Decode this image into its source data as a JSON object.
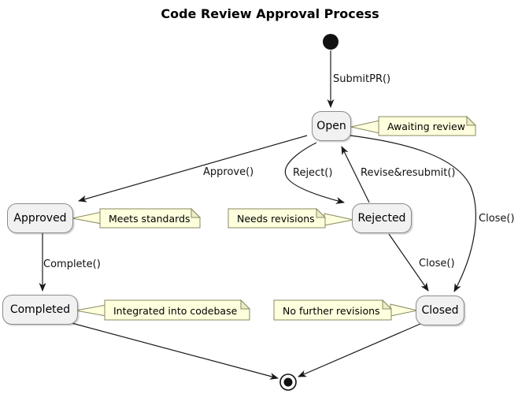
{
  "title": "Code Review Approval Process",
  "nodes": {
    "initial": {
      "name": "initial-state"
    },
    "open": {
      "label": "Open"
    },
    "approved": {
      "label": "Approved"
    },
    "rejected": {
      "label": "Rejected"
    },
    "completed": {
      "label": "Completed"
    },
    "closed": {
      "label": "Closed"
    },
    "final": {
      "name": "final-state"
    }
  },
  "notes": {
    "open": "Awaiting review",
    "approved": "Meets standards",
    "rejected": "Needs revisions",
    "completed": "Integrated into codebase",
    "closed": "No further revisions"
  },
  "transitions": {
    "submit_pr": "SubmitPR()",
    "approve": "Approve()",
    "reject": "Reject()",
    "revise_resubmit": "Revise&resubmit()",
    "close_from_open": "Close()",
    "close_from_rejected": "Close()",
    "complete": "Complete()"
  },
  "colors": {
    "background": "#FFFFFF",
    "state_fill": "#F1F1F1",
    "state_border": "#8C8C8C",
    "note_fill": "#FEFFDD",
    "note_border": "#8A8A62",
    "note_fold": "#ECECC6",
    "edge": "#1A1A1A",
    "terminal": "#111111"
  }
}
